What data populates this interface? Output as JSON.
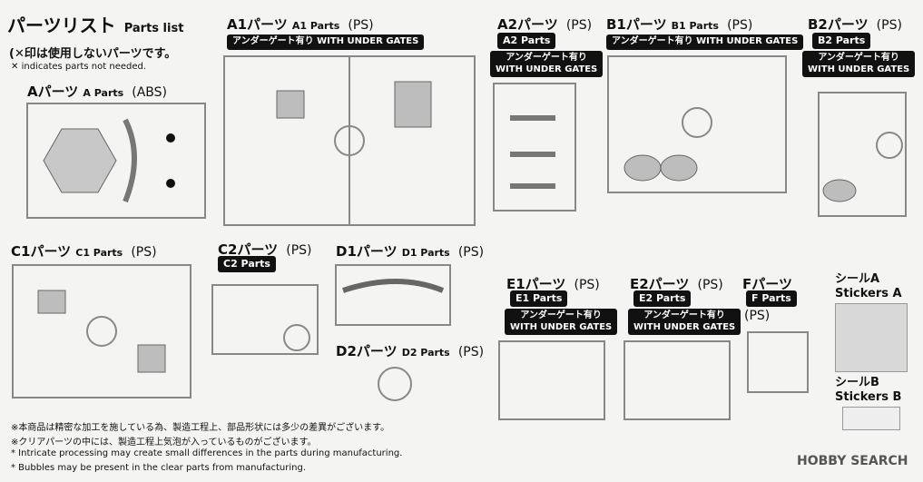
{
  "title": {
    "jp": "パーツリスト",
    "en": "Parts list"
  },
  "legend": {
    "jp": "印は使用しないパーツです。",
    "en": "indicates parts not needed.",
    "mark": "✕"
  },
  "sections": {
    "A": {
      "jp": "Aパーツ",
      "en": "A Parts",
      "material": "(ABS)"
    },
    "A1": {
      "jp": "A1パーツ",
      "en": "A1 Parts",
      "material": "(PS)"
    },
    "A2": {
      "jp": "A2パーツ",
      "en": "A2 Parts",
      "material": "(PS)"
    },
    "B1": {
      "jp": "B1パーツ",
      "en": "B1 Parts",
      "material": "(PS)"
    },
    "B2": {
      "jp": "B2パーツ",
      "en": "B2 Parts",
      "material": "(PS)"
    },
    "C1": {
      "jp": "C1パーツ",
      "en": "C1 Parts",
      "material": "(PS)"
    },
    "C2": {
      "jp": "C2パーツ",
      "en": "C2 Parts",
      "material": "(PS)"
    },
    "D1": {
      "jp": "D1パーツ",
      "en": "D1 Parts",
      "material": "(PS)"
    },
    "D2": {
      "jp": "D2パーツ",
      "en": "D2 Parts",
      "material": "(PS)"
    },
    "E1": {
      "jp": "E1パーツ",
      "en": "E1 Parts",
      "material": "(PS)"
    },
    "E2": {
      "jp": "E2パーツ",
      "en": "E2 Parts",
      "material": "(PS)"
    },
    "F": {
      "jp": "Fパーツ",
      "en": "F Parts",
      "material": "(PS)"
    }
  },
  "under_gate": {
    "jp": "アンダーゲート有り",
    "en": "WITH UNDER GATES"
  },
  "stickers": {
    "A": {
      "jp": "シールA",
      "en": "Stickers A"
    },
    "B": {
      "jp": "シールB",
      "en": "Stickers B"
    }
  },
  "notes": [
    "※本商品は精密な加工を施している為、製造工程上、部品形状には多少の差異がございます。",
    "※クリアパーツの中には、製造工程上気泡が入っているものがございます。",
    "* Intricate processing may create small differences in the parts during manufacturing.",
    "* Bubbles may be present in the clear parts from manufacturing."
  ],
  "watermark": "HOBBY SEARCH"
}
